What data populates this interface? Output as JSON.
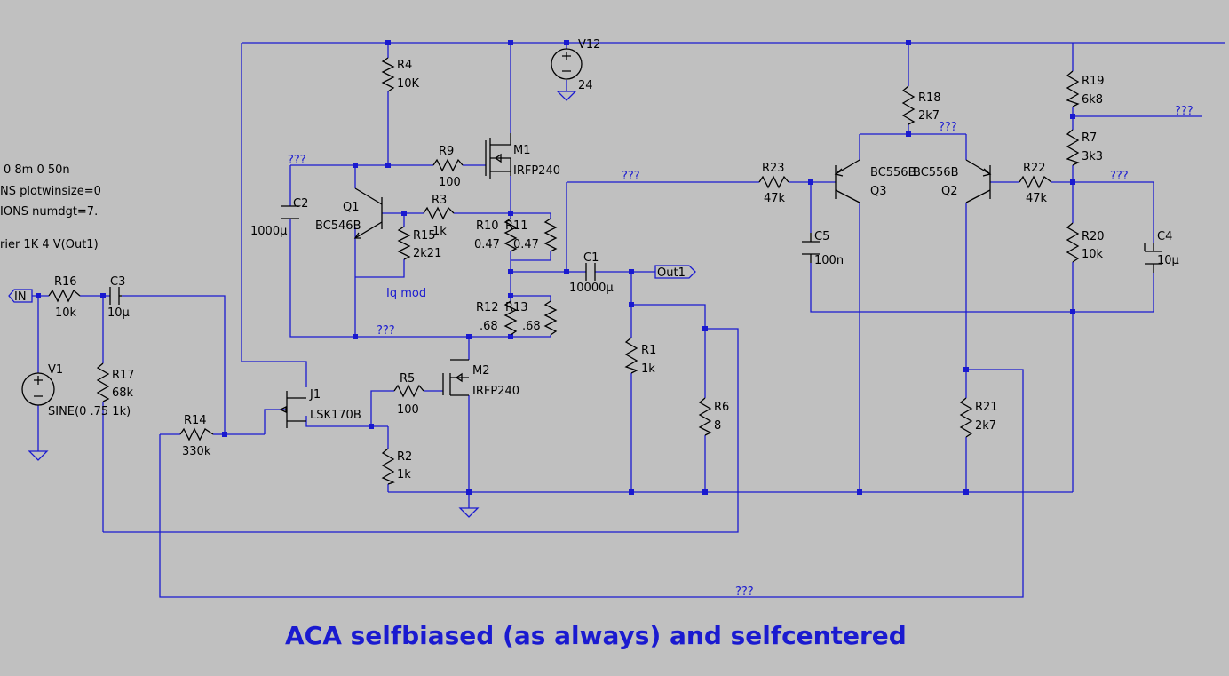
{
  "directives": [
    "0 8m 0 50n",
    "NS plotwinsize=0",
    "IONS numdgt=7.",
    "rier 1K 4 V(Out1)"
  ],
  "title": "ACA selfbiased (as always) and selfcentered",
  "flags": {
    "in": "IN",
    "out": "Out1",
    "iq": "Iq mod",
    "unnamed": "???"
  },
  "colors": {
    "background": "#c0c0c0",
    "wire": "#1a1ad0",
    "component": "#000000"
  },
  "components": {
    "V12": {
      "name": "V12",
      "value": "24"
    },
    "V1": {
      "name": "V1",
      "value": "SINE(0 .75 1k)"
    },
    "R4": {
      "name": "R4",
      "value": "10K"
    },
    "R9": {
      "name": "R9",
      "value": "100"
    },
    "M1": {
      "name": "M1",
      "value": "IRFP240"
    },
    "C2": {
      "name": "C2",
      "value": "1000µ"
    },
    "Q1": {
      "name": "Q1",
      "value": "BC546B"
    },
    "R3": {
      "name": "R3",
      "value": "1k"
    },
    "R15": {
      "name": "R15",
      "value": "2k21"
    },
    "R10": {
      "name": "R10",
      "value": "0.47"
    },
    "R11": {
      "name": "R11",
      "value": "0.47"
    },
    "C1": {
      "name": "C1",
      "value": "10000µ"
    },
    "R12": {
      "name": "R12",
      "value": ".68"
    },
    "R13": {
      "name": "R13",
      "value": ".68"
    },
    "R16": {
      "name": "R16",
      "value": "10k"
    },
    "C3": {
      "name": "C3",
      "value": "10µ"
    },
    "R17": {
      "name": "R17",
      "value": "68k"
    },
    "R14": {
      "name": "R14",
      "value": "330k"
    },
    "J1": {
      "name": "J1",
      "value": "LSK170B"
    },
    "R5": {
      "name": "R5",
      "value": "100"
    },
    "M2": {
      "name": "M2",
      "value": "IRFP240"
    },
    "R2": {
      "name": "R2",
      "value": "1k"
    },
    "R1": {
      "name": "R1",
      "value": "1k"
    },
    "R6": {
      "name": "R6",
      "value": "8"
    },
    "R18": {
      "name": "R18",
      "value": "2k7"
    },
    "R19": {
      "name": "R19",
      "value": "6k8"
    },
    "R7": {
      "name": "R7",
      "value": "3k3"
    },
    "R23": {
      "name": "R23",
      "value": "47k"
    },
    "R22": {
      "name": "R22",
      "value": "47k"
    },
    "Q3": {
      "name": "Q3",
      "value": "BC556B"
    },
    "Q2": {
      "name": "Q2",
      "value": "BC556B"
    },
    "C5": {
      "name": "C5",
      "value": "100n"
    },
    "R20": {
      "name": "R20",
      "value": "10k"
    },
    "C4": {
      "name": "C4",
      "value": "10µ"
    },
    "R21": {
      "name": "R21",
      "value": "2k7"
    }
  }
}
